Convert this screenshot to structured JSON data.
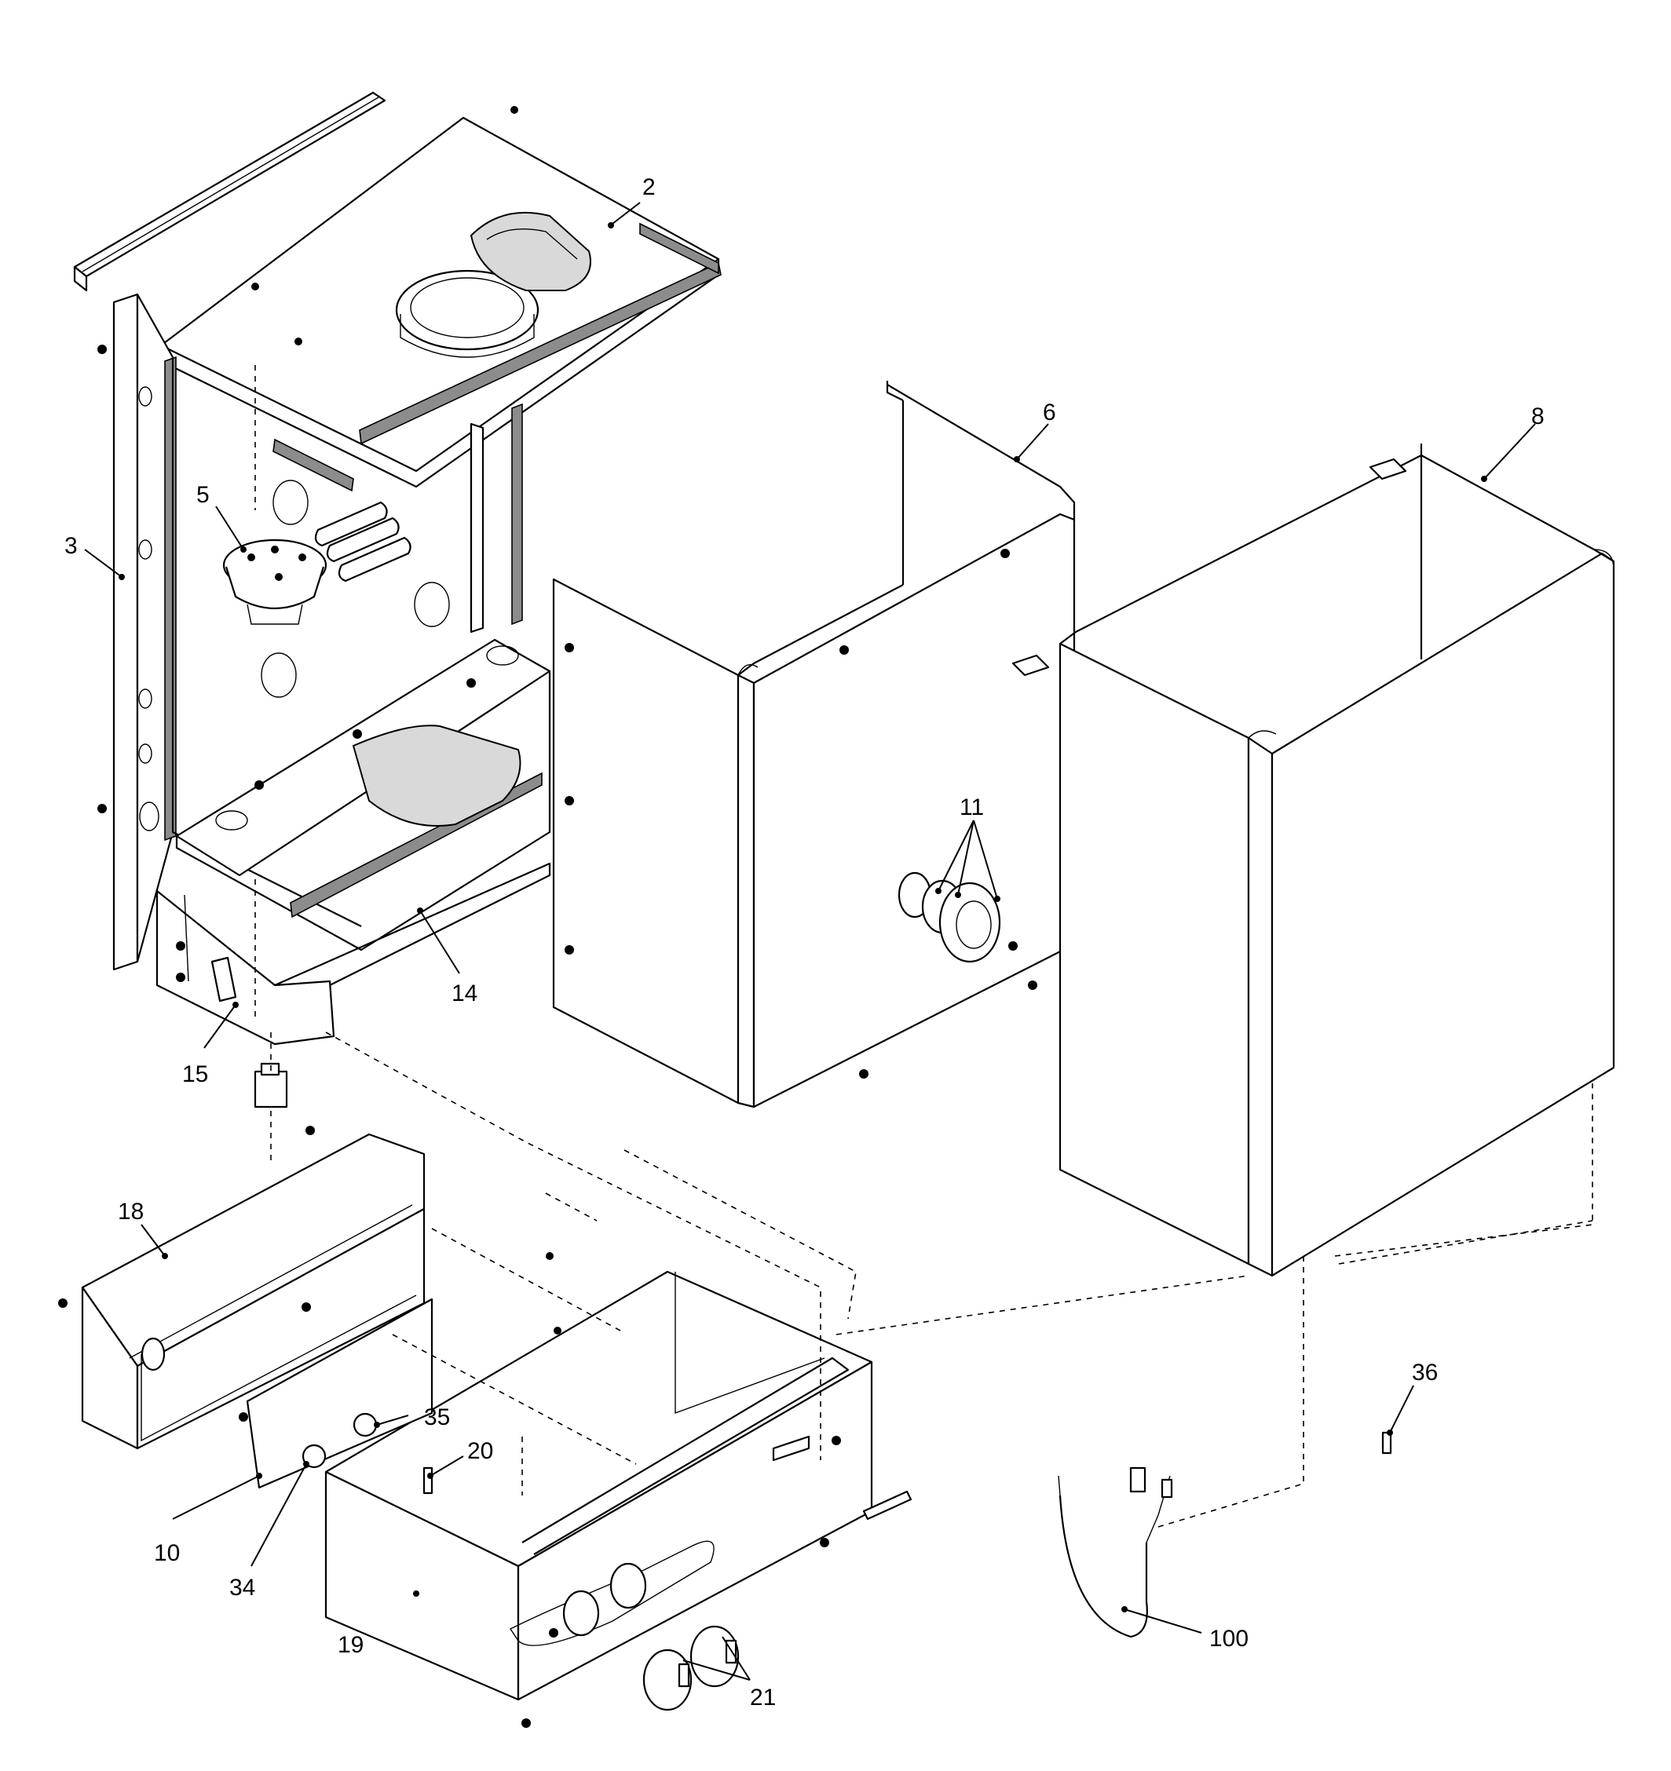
{
  "callouts": [
    {
      "id": "2",
      "label": "2"
    },
    {
      "id": "3",
      "label": "3"
    },
    {
      "id": "5",
      "label": "5"
    },
    {
      "id": "6",
      "label": "6"
    },
    {
      "id": "8",
      "label": "8"
    },
    {
      "id": "10",
      "label": "10"
    },
    {
      "id": "11",
      "label": "11"
    },
    {
      "id": "14",
      "label": "14"
    },
    {
      "id": "15",
      "label": "15"
    },
    {
      "id": "18",
      "label": "18"
    },
    {
      "id": "19",
      "label": "19"
    },
    {
      "id": "20",
      "label": "20"
    },
    {
      "id": "21",
      "label": "21"
    },
    {
      "id": "34",
      "label": "34"
    },
    {
      "id": "35",
      "label": "35"
    },
    {
      "id": "36",
      "label": "36"
    },
    {
      "id": "100",
      "label": "100"
    }
  ]
}
